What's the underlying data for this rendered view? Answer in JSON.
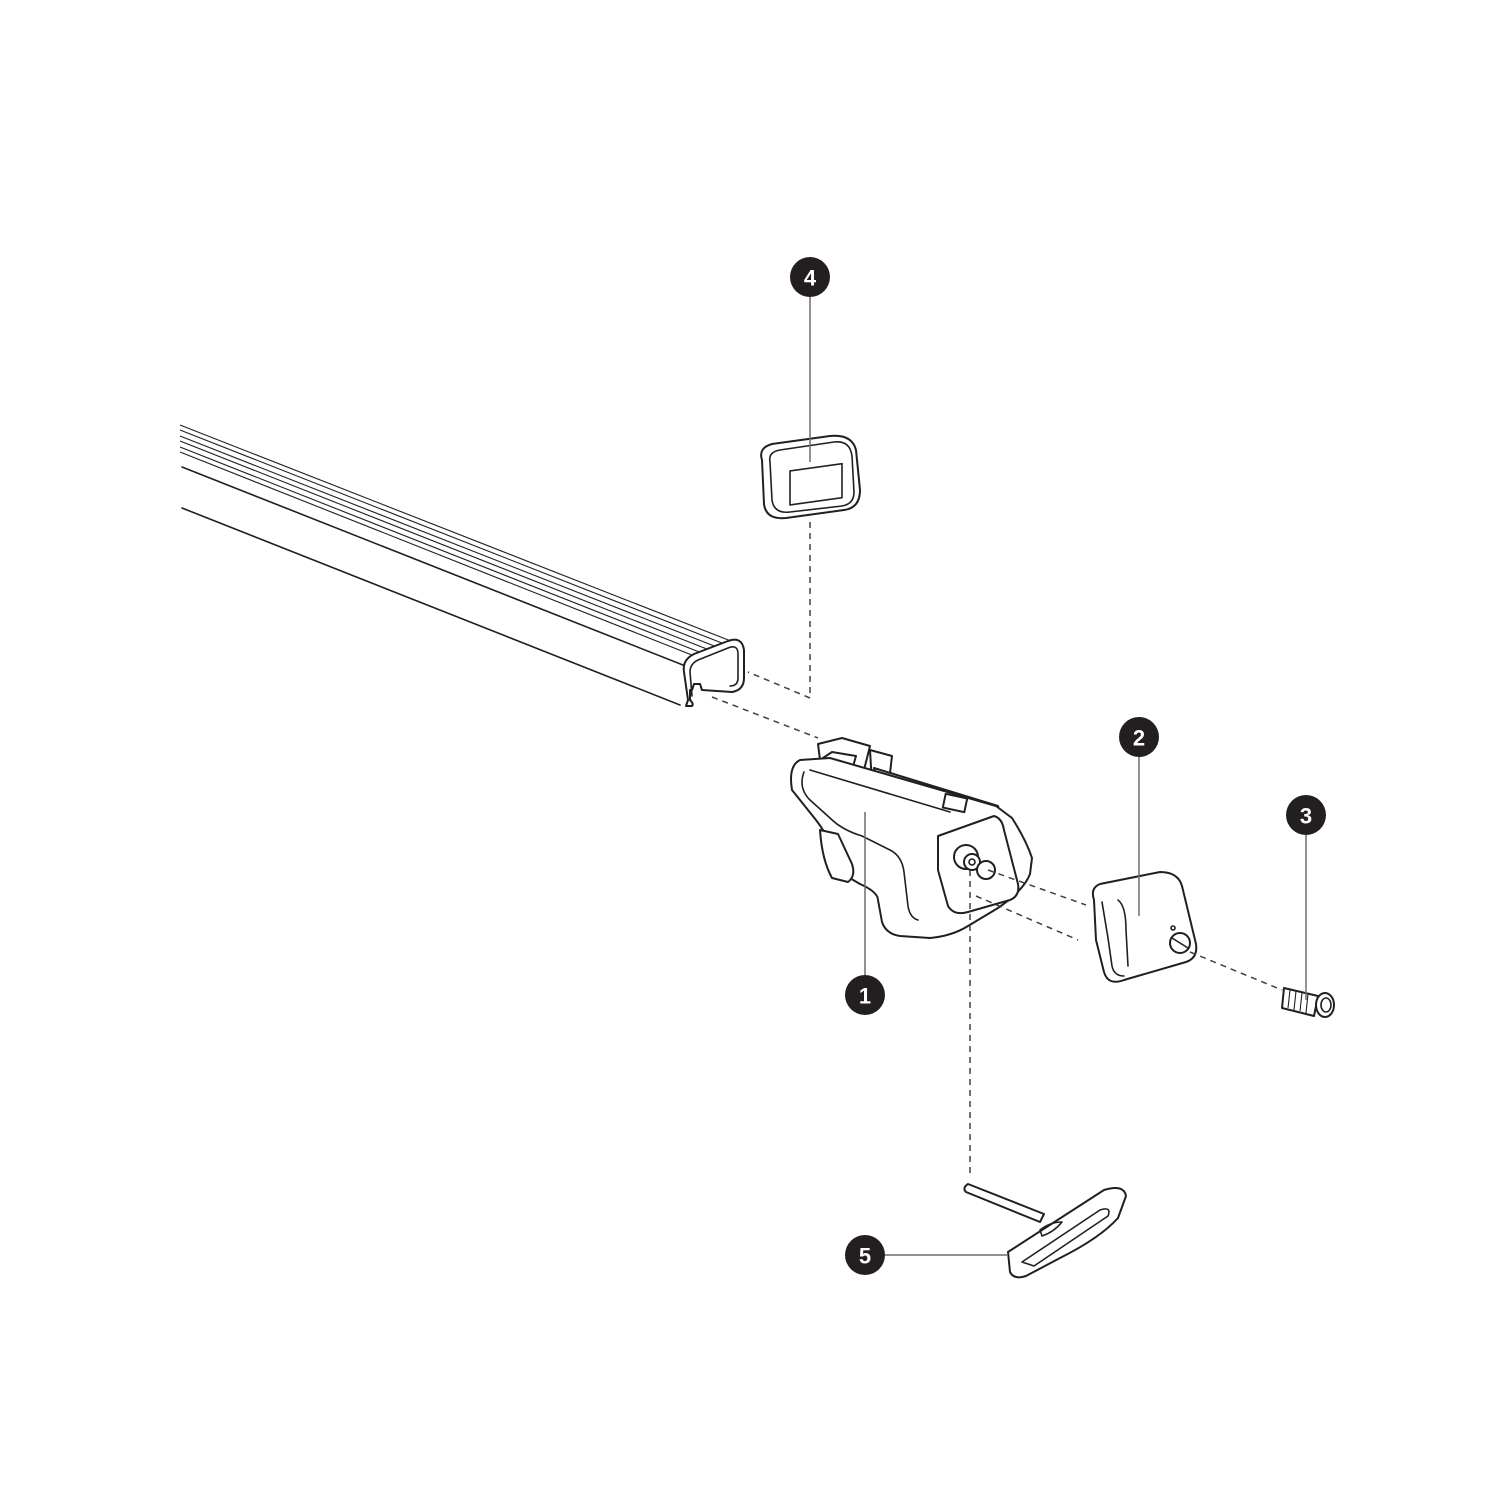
{
  "diagram": {
    "type": "exploded-parts-view",
    "subject": "roof rack bar with foot assembly",
    "background": "#ffffff",
    "line_color": "#231f20",
    "callout_fill": "#231f20",
    "callout_text_color": "#ffffff"
  },
  "parts": [
    {
      "number": "1",
      "name": "foot"
    },
    {
      "number": "2",
      "name": "foot-cover"
    },
    {
      "number": "3",
      "name": "lock-cylinder"
    },
    {
      "number": "4",
      "name": "bar-end-cap"
    },
    {
      "number": "5",
      "name": "t-handle-tool"
    }
  ],
  "callouts": {
    "c1": "1",
    "c2": "2",
    "c3": "3",
    "c4": "4",
    "c5": "5"
  }
}
